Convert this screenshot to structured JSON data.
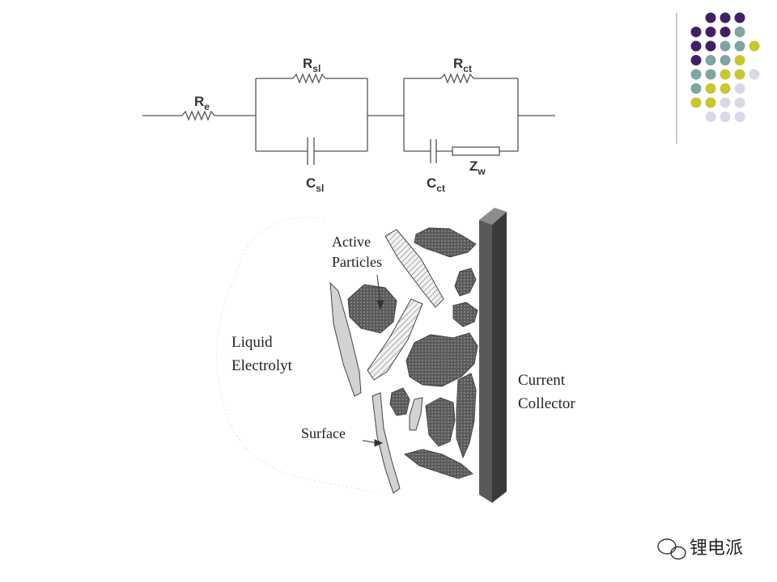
{
  "circuit": {
    "re": {
      "main": "R",
      "sub": "e"
    },
    "rsl": {
      "main": "R",
      "sub": "sl"
    },
    "csl": {
      "main": "C",
      "sub": "sl"
    },
    "rct": {
      "main": "R",
      "sub": "ct"
    },
    "cct": {
      "main": "C",
      "sub": "ct"
    },
    "zw": {
      "main": "Z",
      "sub": "w"
    }
  },
  "electrode": {
    "active_line1": "Active",
    "active_line2": "Particles",
    "liquid_line1": "Liquid",
    "liquid_line2": "Electrolyt",
    "surface": "Surface",
    "collector_line1": "Current",
    "collector_line2": "Collector"
  },
  "watermark": {
    "text": "锂电派"
  },
  "colors": {
    "purple": "#3f2168",
    "teal": "#7fa5a0",
    "olive": "#c8c82e",
    "lavender": "#d9d8e6",
    "line": "#555555",
    "collector": "#555555"
  }
}
